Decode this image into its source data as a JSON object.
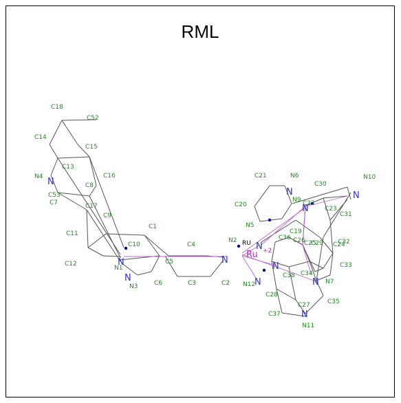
{
  "title": "RML",
  "colors": {
    "bond": "#555555",
    "carbon_label": "#1f8a1f",
    "nitrogen_label": "#3030c8",
    "metal": "#b030c0",
    "metal_bond": "#c060d0",
    "marker": "#000090"
  },
  "metal": {
    "symbol": "Ru",
    "charge": "+2"
  },
  "labels": {
    "RU": "RU",
    "C1": "C1",
    "C2": "C2",
    "C3": "C3",
    "C4": "C4",
    "C5": "C5",
    "C6": "C6",
    "C7": "C7",
    "C8": "C8",
    "C9": "C9",
    "C10": "C10",
    "C11": "C11",
    "C12": "C12",
    "C13": "C13",
    "C14": "C14",
    "C15": "C15",
    "C16": "C16",
    "C17": "C17",
    "C18": "C18",
    "C19": "C19",
    "C20": "C20",
    "C21": "C21",
    "C22": "C22",
    "C23": "C23",
    "C24": "C24",
    "C25": "C25",
    "C26": "C26",
    "C27": "C27",
    "C28": "C28",
    "C29": "C29",
    "C30": "C30",
    "C31": "C31",
    "C32": "C32",
    "C33": "C33",
    "C34": "C34",
    "C35": "C35",
    "C36": "C36",
    "C37": "C37",
    "C38": "C38",
    "C52": "C52",
    "C53": "C53",
    "N1": "N1",
    "N2": "N2",
    "N3": "N3",
    "N4": "N4",
    "N5": "N5",
    "N6": "N6",
    "N7": "N7",
    "N9": "N9",
    "N10": "N10",
    "N11": "N11",
    "N12": "N12",
    "N": "N"
  }
}
